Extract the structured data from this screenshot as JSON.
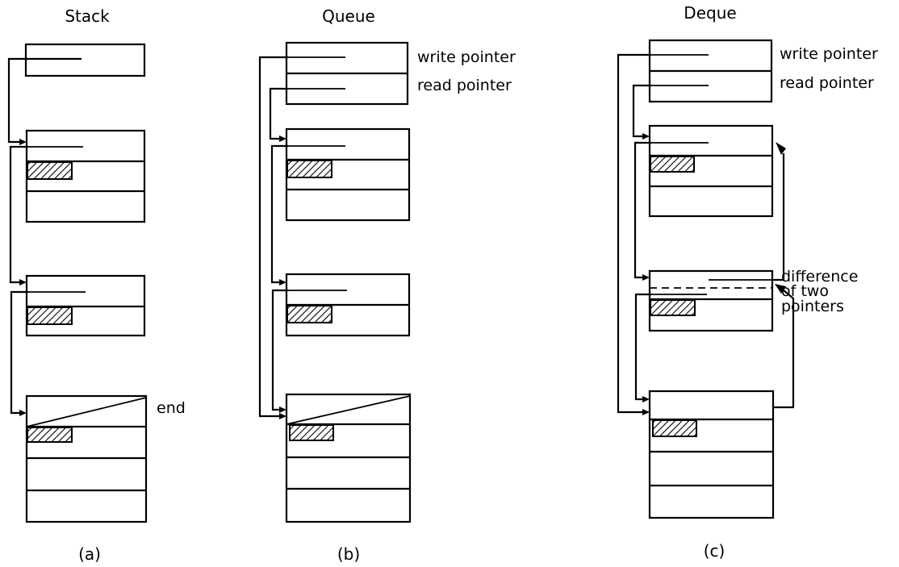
{
  "panels": {
    "stack": {
      "title": "Stack",
      "caption": "(a)",
      "end_label": "end"
    },
    "queue": {
      "title": "Queue",
      "caption": "(b)",
      "write_label": "write pointer",
      "read_label": "read pointer"
    },
    "deque": {
      "title": "Deque",
      "caption": "(c)",
      "write_label": "write pointer",
      "read_label": "read pointer",
      "difference_label": [
        "difference",
        "of two",
        "pointers"
      ]
    }
  }
}
